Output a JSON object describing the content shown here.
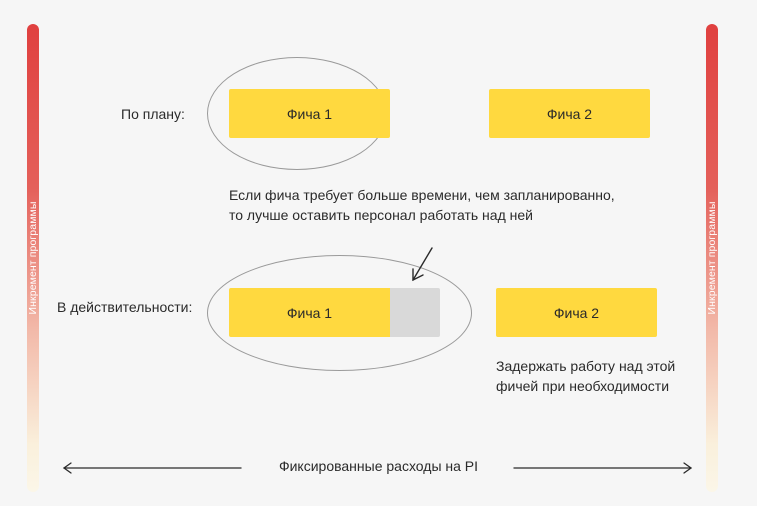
{
  "program_increment": {
    "side_label": "Инкремент программы"
  },
  "plan_row": {
    "label": "По плану:",
    "feature_1": "Фича 1",
    "feature_2": "Фича 2"
  },
  "overrun_note": {
    "line_1": "Если фича требует больше времени, чем запланированно,",
    "line_2": "то лучше оставить персонал работать над ней"
  },
  "actual_row": {
    "label": "В действительности:",
    "feature_1": "Фича 1",
    "feature_2": "Фича 2"
  },
  "delay_note": {
    "line_1": "Задержать работу над этой",
    "line_2": "фичей при необходимости"
  },
  "fixed_costs": {
    "label": "Фиксированные расходы на PI"
  },
  "colors": {
    "feature": "#ffd93f",
    "feature_extension": "#d9d9d9",
    "pi_bar_top": "#e0403f",
    "pi_bar_bottom": "#fbf6e8",
    "ellipse": "#9a9a9a"
  },
  "icons": [
    "arrow-left-icon",
    "arrow-right-icon",
    "pointer-arrow-icon"
  ]
}
